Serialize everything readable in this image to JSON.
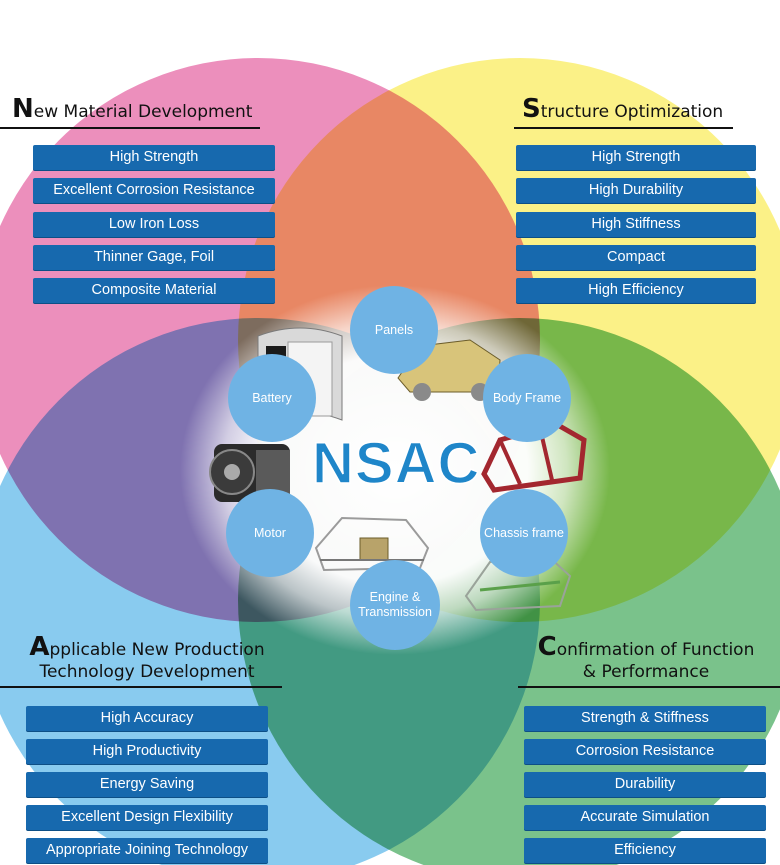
{
  "center": {
    "title": "NSAC"
  },
  "quadrants": {
    "new_material": {
      "initial": "N",
      "title_rest": "ew Material Development",
      "items": [
        "High Strength",
        "Excellent Corrosion Resistance",
        "Low Iron Loss",
        "Thinner Gage, Foil",
        "Composite Material"
      ]
    },
    "structure": {
      "initial": "S",
      "title_rest": "tructure Optimization",
      "items": [
        "High Strength",
        "High Durability",
        "High Stiffness",
        "Compact",
        "High Efficiency"
      ]
    },
    "production": {
      "initial": "A",
      "title_rest_line1": "pplicable New Production",
      "title_line2": "Technology Development",
      "items": [
        "High Accuracy",
        "High Productivity",
        "Energy Saving",
        "Excellent Design Flexibility",
        "Appropriate Joining Technology"
      ]
    },
    "function": {
      "initial": "C",
      "title_rest_line1": "onfirmation of Function",
      "title_line2": "& Performance",
      "items": [
        "Strength & Stiffness",
        "Corrosion Resistance",
        "Durability",
        "Accurate Simulation",
        "Efficiency"
      ]
    }
  },
  "components": {
    "panels": "Panels",
    "body_frame": "Body Frame",
    "chassis_frame": "Chassis frame",
    "engine_line1": "Engine &",
    "engine_line2": "Transmission",
    "motor": "Motor",
    "battery": "Battery"
  },
  "colors": {
    "pink": "#e97bb0",
    "yellow": "#fbf07a",
    "blue": "#7cc6ee",
    "green": "#62b777",
    "pill": "#1769ae",
    "bubble": "#6fb3e4",
    "center_text": "#1f86c9"
  }
}
